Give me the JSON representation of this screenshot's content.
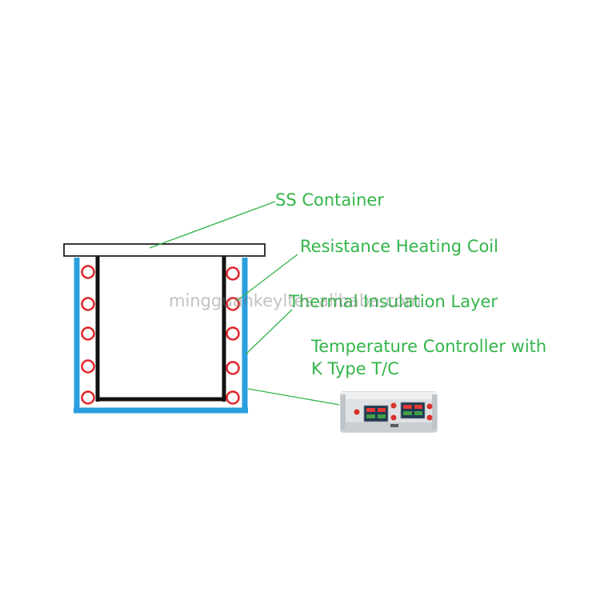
{
  "labels": {
    "ss_container": "SS Container",
    "heating_coil": "Resistance Heating Coil",
    "insulation": "Thermal Insulation Layer",
    "controller_line1": "Temperature Controller with",
    "controller_line2": "K Type T/C"
  },
  "watermark": "mingguankeyltes.alibaba.com",
  "colors": {
    "label_text": "#33b54a",
    "leader_line": "#33b54a",
    "insulation": "#2a9fe0",
    "container": "#111111",
    "coil": "#e0262b",
    "controller_body": "#dfe2e4",
    "display": "#1f3a52",
    "indicator": "#d9322b"
  }
}
